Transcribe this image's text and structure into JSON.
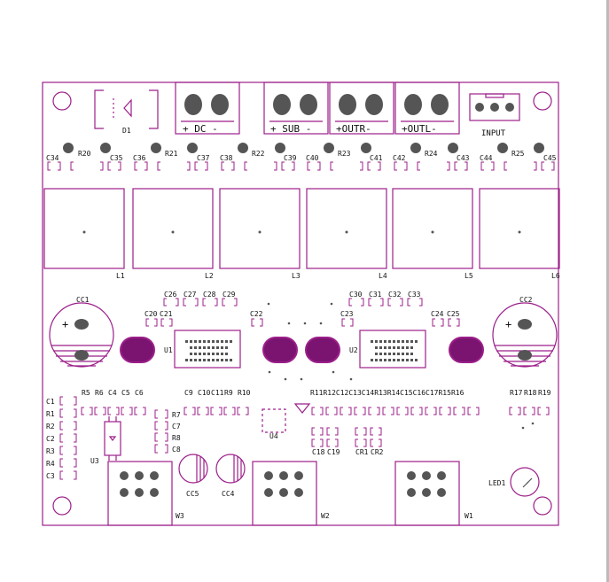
{
  "board": {
    "colors": {
      "outline": "#9c1f8a",
      "fill": "#7a1470",
      "pad": "#555555",
      "text": "#111111",
      "edge": "#bbbbbb"
    }
  },
  "connectors": {
    "dc": "+ DC -",
    "sub": "+ SUB -",
    "outr": "+OUTR-",
    "outl": "+OUTL-",
    "input": "INPUT"
  },
  "diode": "D1",
  "top_row": [
    "C34",
    "R20",
    "C35",
    "C36",
    "R21",
    "C37",
    "C38",
    "R22",
    "C39",
    "C40",
    "R23",
    "C41",
    "C42",
    "R24",
    "C43",
    "C44",
    "R25",
    "C45"
  ],
  "inductors": [
    "L1",
    "L2",
    "L3",
    "L4",
    "L5",
    "L6"
  ],
  "caps_big": [
    "CC1",
    "CC2"
  ],
  "upper_caps_left": [
    "C26",
    "C27",
    "C28",
    "C29"
  ],
  "upper_caps_right": [
    "C30",
    "C31",
    "C32",
    "C33"
  ],
  "mid_caps": [
    "C20",
    "C21",
    "C22",
    "C23",
    "C24",
    "C25"
  ],
  "ics": [
    "U1",
    "U2",
    "U3",
    "U4"
  ],
  "row_left": [
    "R5",
    "R6",
    "C4",
    "C5",
    "C6"
  ],
  "row_mid": [
    "C9",
    "C10",
    "C11",
    "R9",
    "R10"
  ],
  "row_right": "R11R12C12C13C14R13R14C15C16C17R15R16",
  "row_far": [
    "R17",
    "R18",
    "R19"
  ],
  "left_col": [
    "C1",
    "R1",
    "R2",
    "C2",
    "R3",
    "R4",
    "C3"
  ],
  "u3_side": [
    "R7",
    "C7",
    "R8",
    "C8"
  ],
  "lower_caps": [
    "C18",
    "C19",
    "CR1",
    "CR2"
  ],
  "small_elec": [
    "CC5",
    "CC4"
  ],
  "led": "LED1",
  "wires": [
    "W3",
    "W2",
    "W1"
  ]
}
